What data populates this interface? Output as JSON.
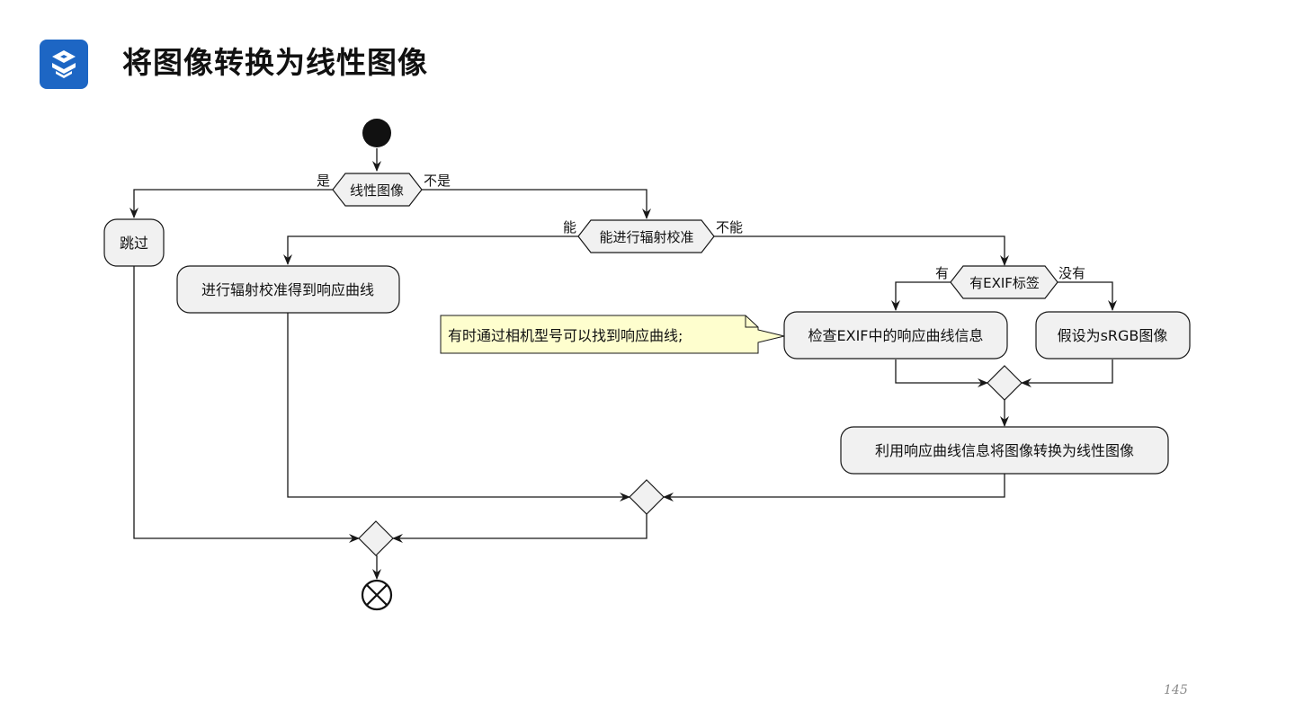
{
  "header": {
    "title": "将图像转换为线性图像",
    "logo_icon": "s-logo-icon",
    "logo_color": "#1d66c4"
  },
  "page_number": "145",
  "diagram": {
    "decisions": {
      "linear": {
        "label": "线性图像",
        "yes": "是",
        "no": "不是"
      },
      "calibrate": {
        "label": "能进行辐射校准",
        "yes": "能",
        "no": "不能"
      },
      "exif": {
        "label": "有EXIF标签",
        "yes": "有",
        "no": "没有"
      }
    },
    "actions": {
      "skip": "跳过",
      "calibrate_response": "进行辐射校准得到响应曲线",
      "check_exif": "检查EXIF中的响应曲线信息",
      "assume_srgb": "假设为sRGB图像",
      "convert": "利用响应曲线信息将图像转换为线性图像"
    },
    "note": "有时通过相机型号可以找到响应曲线;",
    "colors": {
      "node_fill": "#f1f1f1",
      "node_stroke": "#181818",
      "note_fill": "#fefece",
      "line": "#181818"
    }
  }
}
